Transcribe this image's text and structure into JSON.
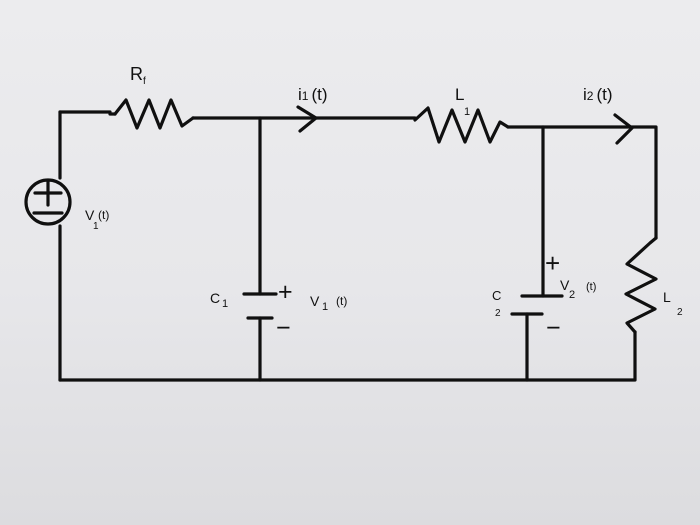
{
  "diagram": {
    "components": {
      "rf": {
        "letter": "R",
        "sub": "f"
      },
      "l1": {
        "letter": "L",
        "sub": "1"
      },
      "l2": {
        "letter": "L",
        "sub": "2"
      },
      "c1": {
        "letter": "C",
        "sub": "1"
      },
      "c2": {
        "letter": "C",
        "sub": "2"
      }
    },
    "currents": {
      "i1": {
        "letter": "i",
        "sub": "1",
        "arg": "(t)"
      },
      "i2": {
        "letter": "i",
        "sub": "2",
        "arg": "(t)"
      }
    },
    "voltages": {
      "source": {
        "letter": "V",
        "sub": "1",
        "arg": "(t)"
      },
      "v1": {
        "letter": "V",
        "sub": "1",
        "arg": "(t)"
      },
      "v2": {
        "letter": "V",
        "sub": "2",
        "arg": "(t)"
      }
    },
    "polarity": {
      "plus": "+",
      "minus": "−"
    }
  }
}
